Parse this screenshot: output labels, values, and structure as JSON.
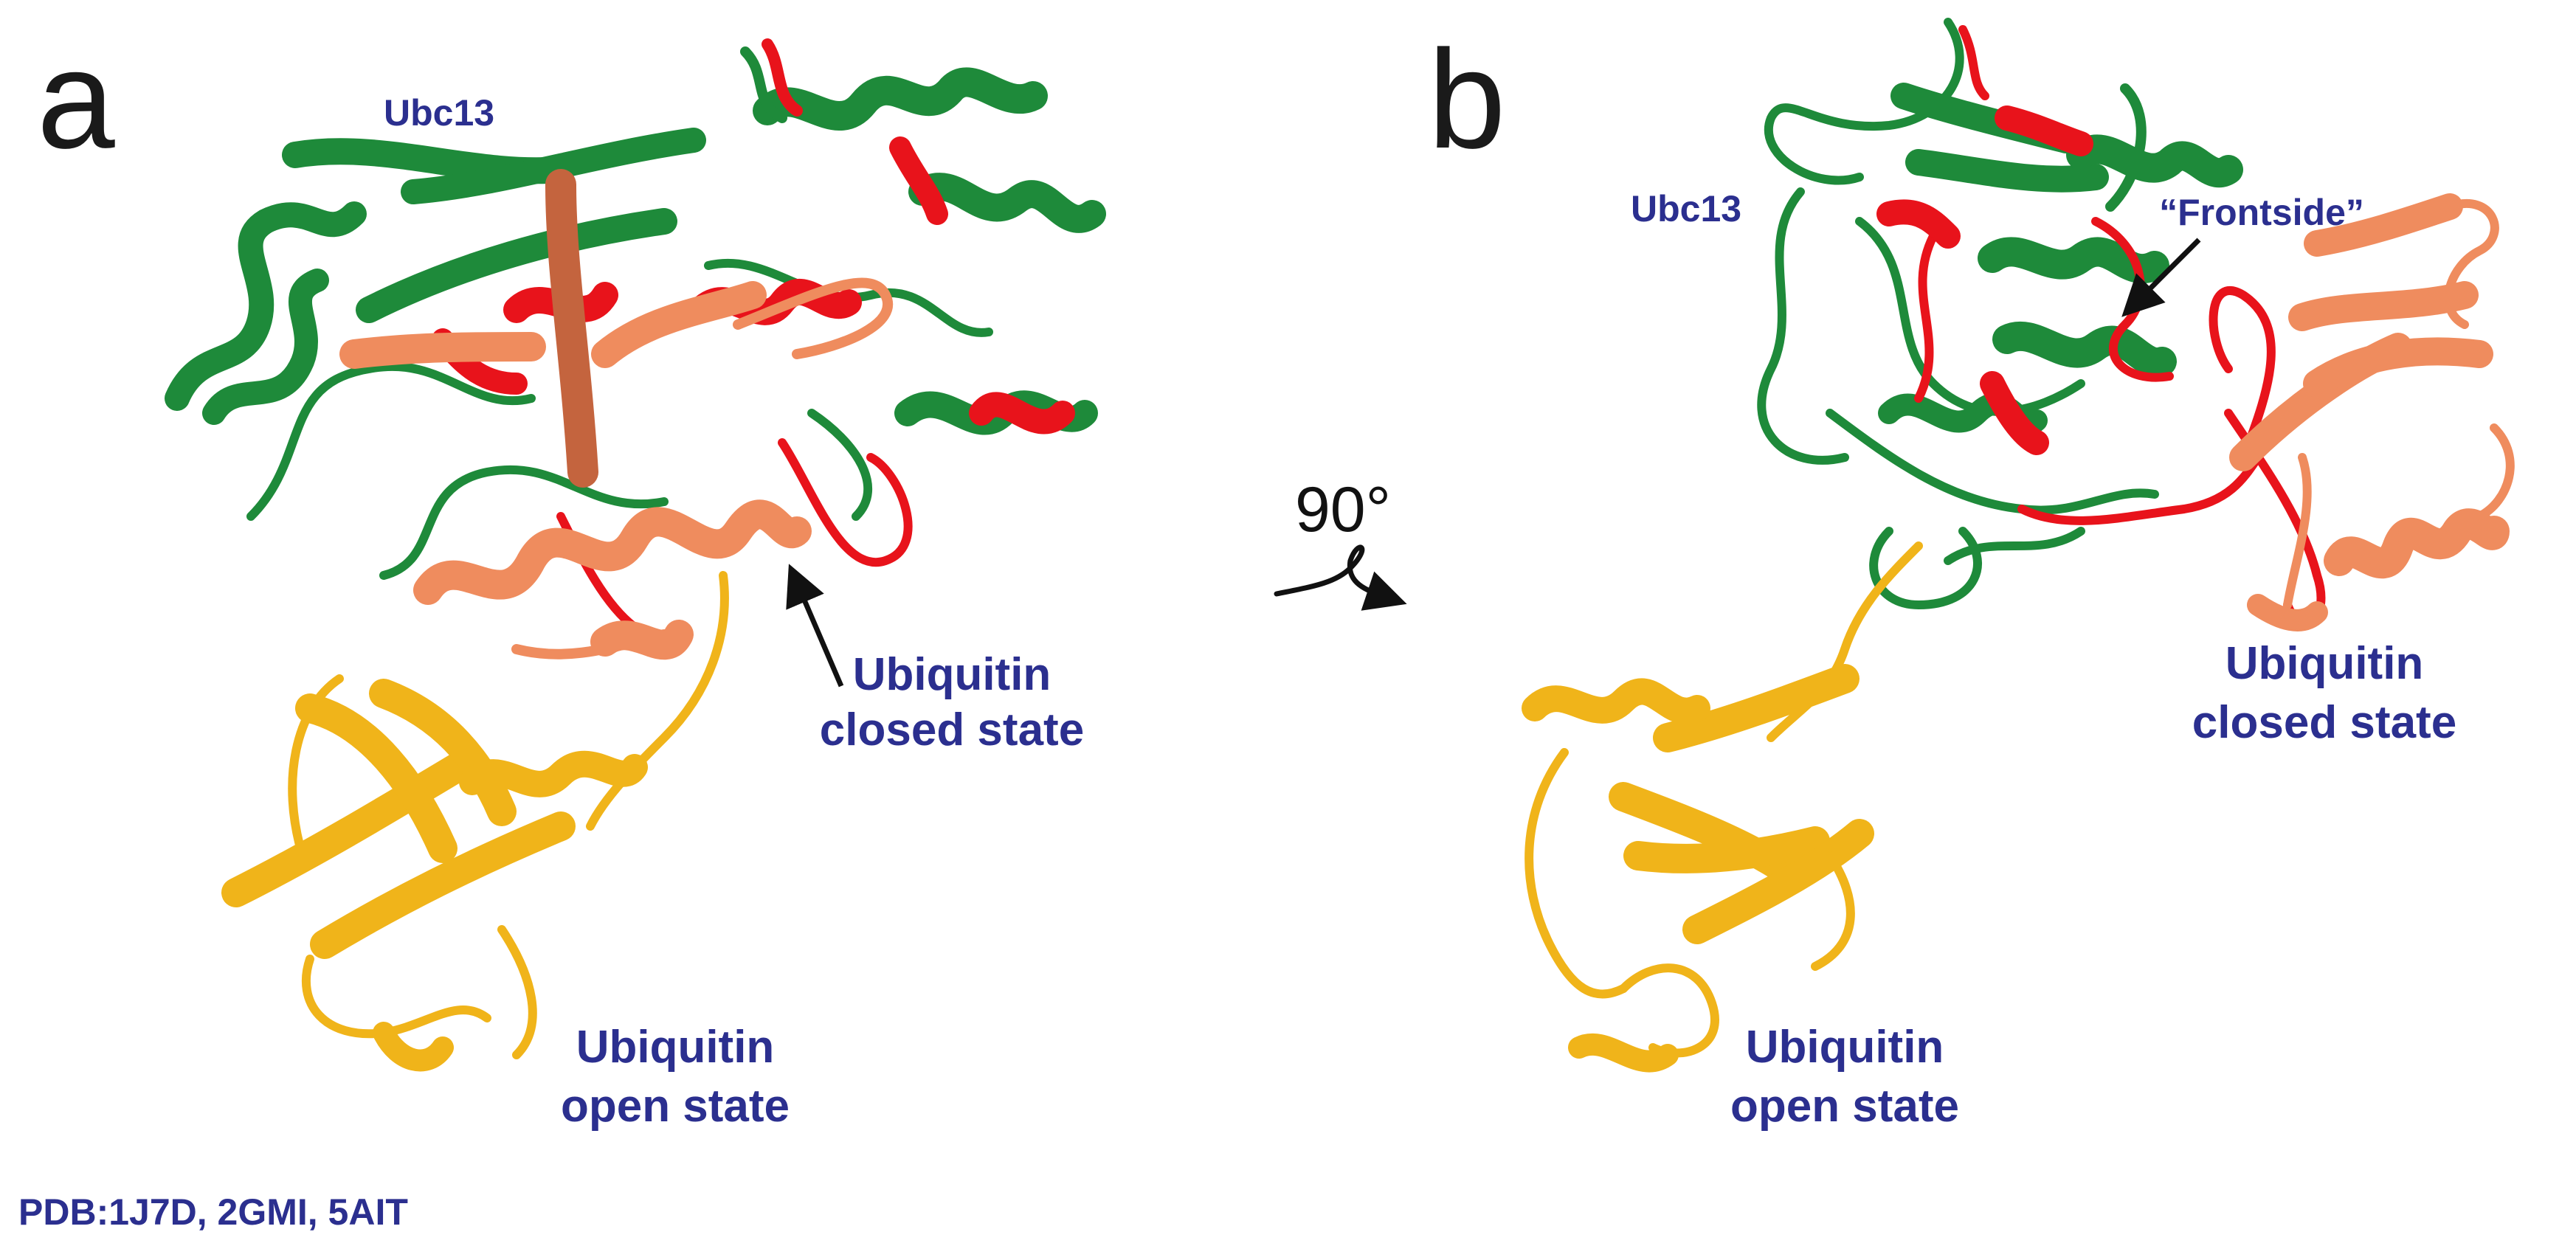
{
  "panels": [
    {
      "letter": "a",
      "labels": {
        "ubc13": "Ubc13",
        "closed_line1": "Ubiquitin",
        "closed_line2": "closed state",
        "open_line1": "Ubiquitin",
        "open_line2": "open state"
      }
    },
    {
      "letter": "b",
      "labels": {
        "ubc13": "Ubc13",
        "frontside": "“Frontside”",
        "closed_line1": "Ubiquitin",
        "closed_line2": "closed state",
        "open_line1": "Ubiquitin",
        "open_line2": "open state"
      }
    }
  ],
  "rotation": {
    "label": "90°"
  },
  "footer": {
    "pdb": "PDB:1J7D, 2GMI, 5AIT"
  },
  "colors": {
    "ubc13": "#1e8a3a",
    "ubc13_highlight": "#e8131b",
    "ubiquitin_closed": "#ef8c5e",
    "ubiquitin_open": "#f0b41a",
    "label_text": "#2b2f8f",
    "arrow": "#111111"
  },
  "icons": [
    "rotation-arrow-icon",
    "pointer-arrow-icon"
  ]
}
